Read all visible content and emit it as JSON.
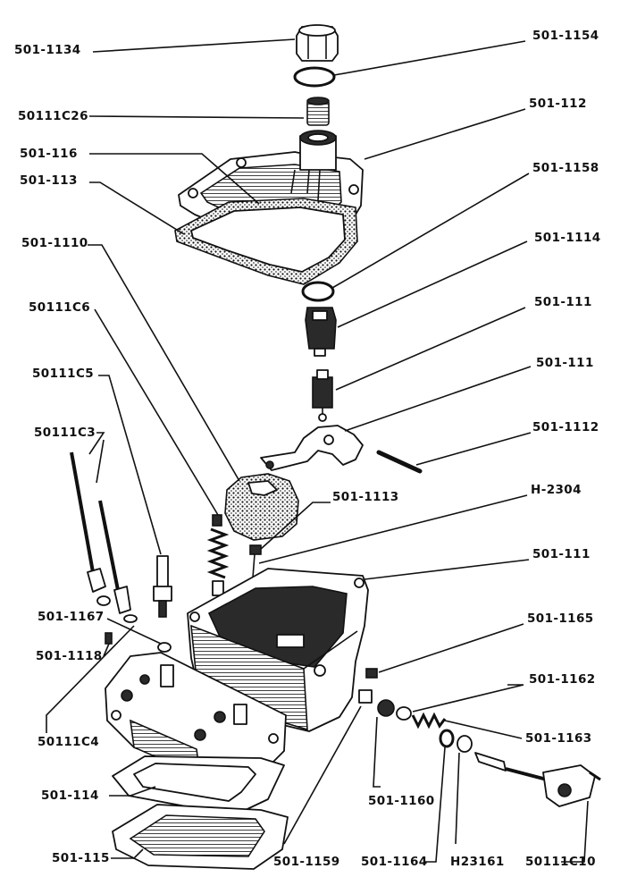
{
  "labels": {
    "p501_1134": "501-1134",
    "p501_1154": "501-1154",
    "p50111C26": "50111C26",
    "p501_112": "501-112",
    "p501_116": "501-116",
    "p501_113": "501-113",
    "p501_1158": "501-1158",
    "p501_1110": "501-1110",
    "p501_1114": "501-1114",
    "p50111C6": "50111C6",
    "p501_1115": "501-111",
    "p50111C5": "50111C5",
    "p501_111_top": "501-111",
    "p50111C3": "50111C3",
    "p501_1112": "501-1112",
    "p501_1113": "501-1113",
    "pH_2304": "H-2304",
    "p501_111_body": "501-111",
    "p501_1167": "501-1167",
    "p501_1118": "501-1118",
    "p501_1165": "501-1165",
    "p501_1162": "501-1162",
    "p50111C4": "50111C4",
    "p501_1163": "501-1163",
    "p501_114": "501-114",
    "p501_1160": "501-1160",
    "p501_115": "501-115",
    "p501_1159": "501-1159",
    "p501_1164": "501-1164",
    "pH23161": "H23161",
    "p50111C10": "50111C10"
  }
}
